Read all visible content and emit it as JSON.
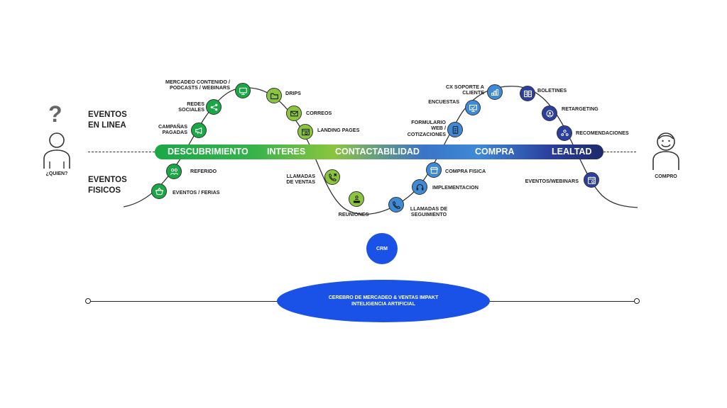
{
  "sections": {
    "online": "EVENTOS\nEN LINEA",
    "physical": "EVENTOS\nFISICOS"
  },
  "personas": {
    "left": "¿QUIEN?",
    "right": "COMPRO"
  },
  "question_mark": "?",
  "stages": [
    "DESCUBRIMIENTO",
    "INTERES",
    "CONTACTABILIDAD",
    "COMPRA",
    "LEALTAD"
  ],
  "touchpoints": [
    {
      "id": "mercadeo",
      "label": "MERCADEO CONTENIDO /\nPODCASTS / WEBINARS",
      "icon": "presentation-icon",
      "color": "#1aa847"
    },
    {
      "id": "redes",
      "label": "REDES\nSOCIALES",
      "icon": "share-icon",
      "color": "#1aa847"
    },
    {
      "id": "campanas",
      "label": "CAMPAÑAS\nPAGADAS",
      "icon": "megaphone-icon",
      "color": "#1aa847"
    },
    {
      "id": "referido",
      "label": "REFERIDO",
      "icon": "people-icon",
      "color": "#1aa847"
    },
    {
      "id": "ferias",
      "label": "EVENTOS / FERIAS",
      "icon": "basket-icon",
      "color": "#1aa847"
    },
    {
      "id": "drips",
      "label": "DRIPS",
      "icon": "folder-icon",
      "color": "#8bc53f"
    },
    {
      "id": "correos",
      "label": "CORREOS",
      "icon": "mail-icon",
      "color": "#8bc53f"
    },
    {
      "id": "landing",
      "label": "LANDING PAGES",
      "icon": "browser-search-icon",
      "color": "#8bc53f"
    },
    {
      "id": "llamadas",
      "label": "LLAMADAS\nDE VENTAS",
      "icon": "phone-out-icon",
      "color": "#8bc53f"
    },
    {
      "id": "reuniones",
      "label": "REUNIONES",
      "icon": "meeting-icon",
      "color": "#8bc53f"
    },
    {
      "id": "seguimiento",
      "label": "LLAMADAS   DE\nSEGUIMIENTO",
      "icon": "phone-icon",
      "color": "#3e8ad6"
    },
    {
      "id": "implementacion",
      "label": "IMPLEMENTACION",
      "icon": "headset-icon",
      "color": "#3e8ad6"
    },
    {
      "id": "compra_fisica",
      "label": "COMPRA FISICA",
      "icon": "store-icon",
      "color": "#3e8ad6"
    },
    {
      "id": "formulario",
      "label": "FORMULARIO\nWEB /\nCOTIZACIONES",
      "icon": "form-icon",
      "color": "#3e8ad6"
    },
    {
      "id": "encuestas",
      "label": "ENCUESTAS",
      "icon": "monitor-check-icon",
      "color": "#3e8ad6"
    },
    {
      "id": "cx",
      "label": "CX SOPORTE A\nCLIENTE",
      "icon": "support-icon",
      "color": "#3e8ad6"
    },
    {
      "id": "boletines",
      "label": "BOLETINES",
      "icon": "book-icon",
      "color": "#2b3f9e"
    },
    {
      "id": "retargeting",
      "label": "RETARGETING",
      "icon": "target-user-icon",
      "color": "#2b3f9e"
    },
    {
      "id": "recomendaciones",
      "label": "RECOMENDACIONES",
      "icon": "group-icon",
      "color": "#2b3f9e"
    },
    {
      "id": "eventos_webinars",
      "label": "EVENTOS/WEBINARS",
      "icon": "calendar-icon",
      "color": "#2b3f9e"
    }
  ],
  "crm": "CRM",
  "brain": {
    "line1": "CEREBRO DE MERCADEO & VENTAS IMPAKT",
    "line2": "INTELIGENCIA ARTIFICIAL"
  }
}
